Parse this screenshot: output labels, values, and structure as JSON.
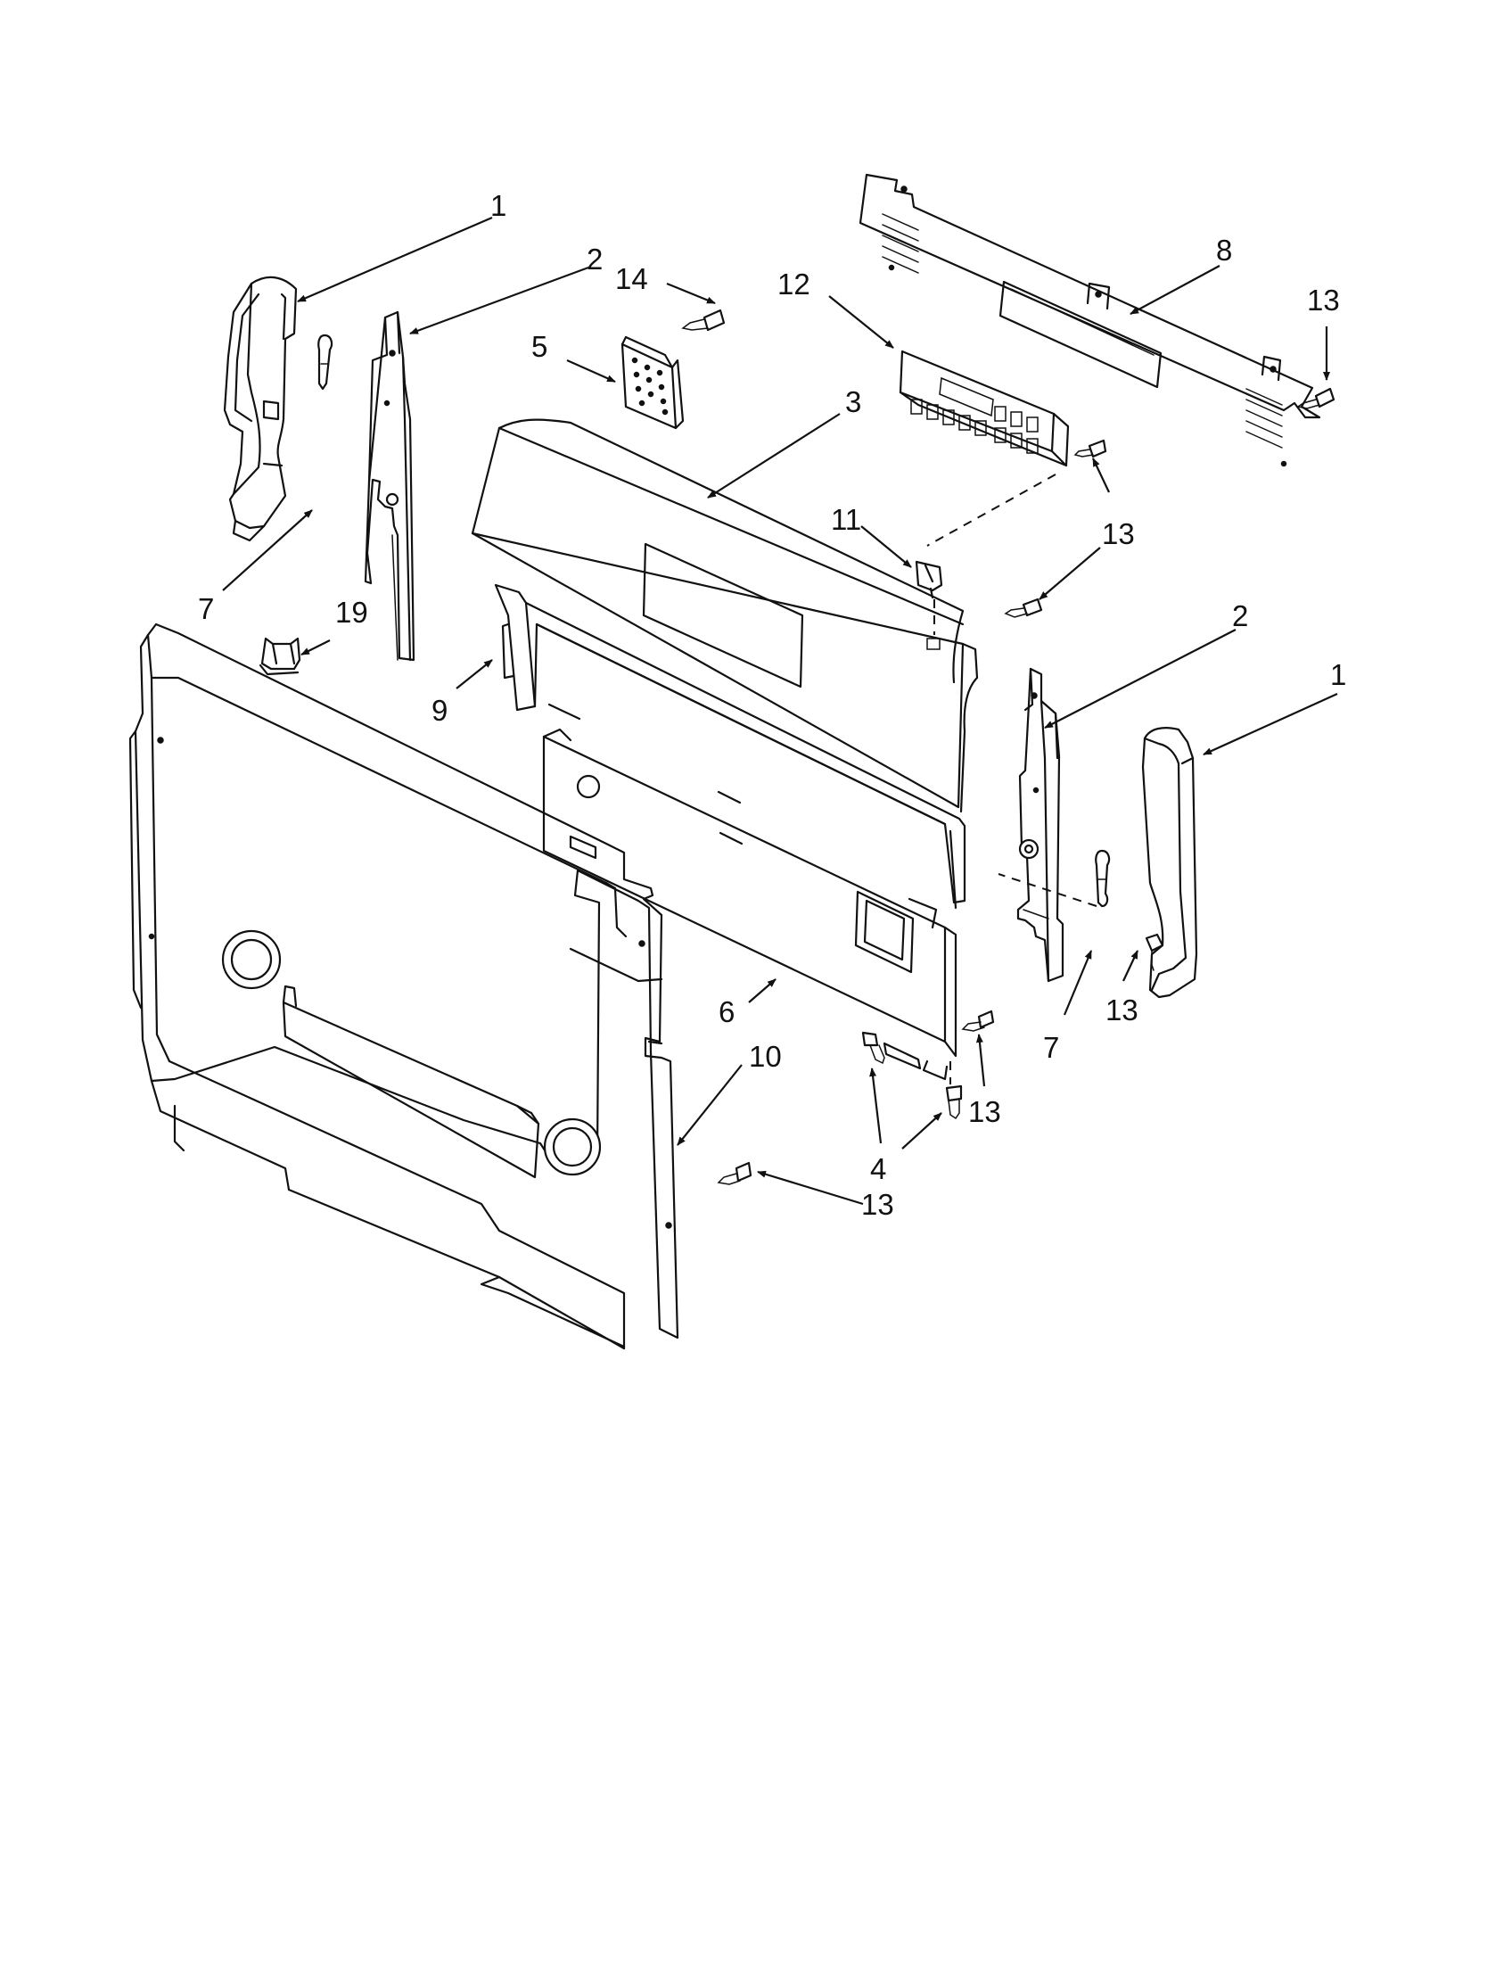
{
  "callouts": {
    "c1a": "1",
    "c2a": "2",
    "c14": "14",
    "c5": "5",
    "c12": "12",
    "c8": "8",
    "c13a": "13",
    "c3": "3",
    "c7a": "7",
    "c19": "19",
    "c11": "11",
    "c13b": "13",
    "c2b": "2",
    "c1b": "1",
    "c9": "9",
    "c6": "6",
    "c13c": "13",
    "c7b": "7",
    "c13d": "13",
    "c10": "10",
    "c4": "4",
    "c13e": "13"
  }
}
